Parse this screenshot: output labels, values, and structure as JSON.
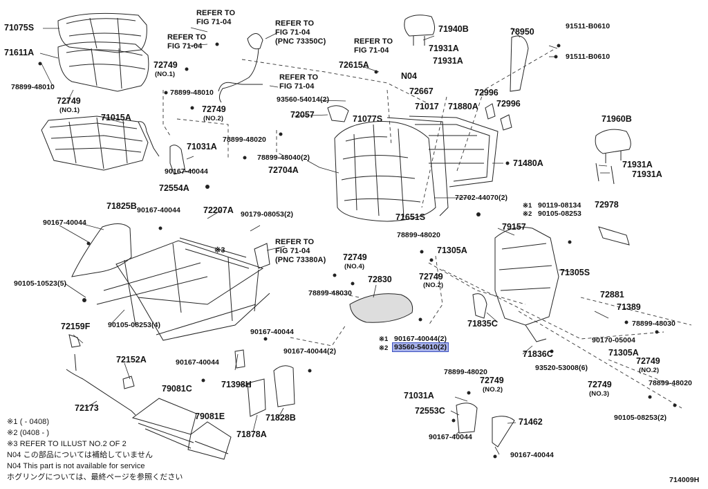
{
  "diagram_id": "714009H",
  "callouts": {
    "c71075S": "71075S",
    "c71611A": "71611A",
    "c78899_48010a": "78899-48010",
    "c72749_no1a": "72749",
    "c_no1a": "(NO.1)",
    "c71015A": "71015A",
    "refer_a1": "REFER TO",
    "refer_a2": "FIG 71-04",
    "refer_b1": "REFER TO",
    "refer_b2": "FIG 71-04",
    "refer_c1": "REFER TO",
    "refer_c2": "FIG 71-04",
    "refer_c3": "(PNC 73350C)",
    "refer_d1": "REFER TO",
    "refer_d2": "FIG 71-04",
    "c72749_no1b": "72749",
    "c_no1b": "(NO.1)",
    "c78899_48010b": "78899-48010",
    "c72749_no2a": "72749",
    "c_no2a": "(NO.2)",
    "c78899_48020a": "78899-48020",
    "c71031A_a": "71031A",
    "c90167_40044a": "90167-40044",
    "c72554A": "72554A",
    "c72615A": "72615A",
    "refer_e1": "REFER TO",
    "refer_e2": "FIG 71-04",
    "c71931A_a": "71931A",
    "c71931A_b": "71931A",
    "cN04": "N04",
    "c71940B": "71940B",
    "c72667": "72667",
    "c93560_54014": "93560-54014(2)",
    "c72057": "72057",
    "c71077S": "71077S",
    "c71017": "71017",
    "c71880A": "71880A",
    "c78899_48040": "78899-48040(2)",
    "c72704A": "72704A",
    "c78950": "78950",
    "c91511_b0610a": "91511-B0610",
    "c91511_b0610b": "91511-B0610",
    "c72996a": "72996",
    "c72996b": "72996",
    "c71960B": "71960B",
    "c71480A": "71480A",
    "c71931A_c": "71931A",
    "c71931A_d": "71931A",
    "c72702": "72702-44070(2)",
    "c71651S": "71651S",
    "c71825B": "71825B",
    "c90167_40044b": "90167-40044",
    "c90167_40044c": "90167-40044",
    "c72207A": "72207A",
    "c90179_08053": "90179-08053(2)",
    "c_x3": "※3",
    "refer_f1": "REFER TO",
    "refer_f2": "FIG 71-04",
    "refer_f3": "(PNC 73380A)",
    "c90105_10523": "90105-10523(5)",
    "c90105_08253a": "90105-08253(4)",
    "c72749_no4": "72749",
    "c_no4": "(NO.4)",
    "c78899_48030a": "78899-48030",
    "c72830": "72830",
    "c78899_48020b": "78899-48020",
    "c71305A_a": "71305A",
    "c72749_no2b": "72749",
    "c_no2b": "(NO.2)",
    "c90119": "90119-08134",
    "c90105_08253b": "90105-08253",
    "c_x1a": "※1",
    "c_x2a": "※2",
    "c72978": "72978",
    "c79157": "79157",
    "c71305S": "71305S",
    "c71835C": "71835C",
    "c_x1b": "※1",
    "c_x2b": "※2",
    "c90167_40044d": "90167-40044(2)",
    "c93560_54010": "93560-54010(2)",
    "c72881": "72881",
    "c71389": "71389",
    "c78899_48030b": "78899-48030",
    "c90170_05004": "90170-05004",
    "c71836C": "71836C",
    "c93520_53008": "93520-53008(6)",
    "c71305A_b": "71305A",
    "c72749_no2c": "72749",
    "c_no2c": "(NO.2)",
    "c72749_no3": "72749",
    "c_no3": "(NO.3)",
    "c78899_48020c": "78899-48020",
    "c90105_08253c": "90105-08253(2)",
    "c72159F": "72159F",
    "c90167_40044e": "90167-40044",
    "c90167_40044f": "90167-40044(2)",
    "c90167_40044g": "90167-40044",
    "c72152A": "72152A",
    "c71398H": "71398H",
    "c79081C": "79081C",
    "c79081E": "79081E",
    "c71828B": "71828B",
    "c71878A": "71878A",
    "c72173": "72173",
    "c78899_48020d": "78899-48020",
    "c72749_no2d": "72749",
    "c_no2d": "(NO.2)",
    "c71031A_b": "71031A",
    "c72553C": "72553C",
    "c71462": "71462",
    "c90167_40044h": "90167-40044",
    "c90167_40044i": "90167-40044"
  },
  "notes": {
    "n1": "※1 (      - 0408)",
    "n2": "※2 (0408 -      )",
    "n3": "※3 REFER TO ILLUST NO.2 OF 2",
    "n4": "N04 この部品については補給していません",
    "n5": "N04 This part is not available for service",
    "n6": "ホグリングについては、最終ページを参照ください"
  },
  "highlight_color": "#a9b3ea"
}
